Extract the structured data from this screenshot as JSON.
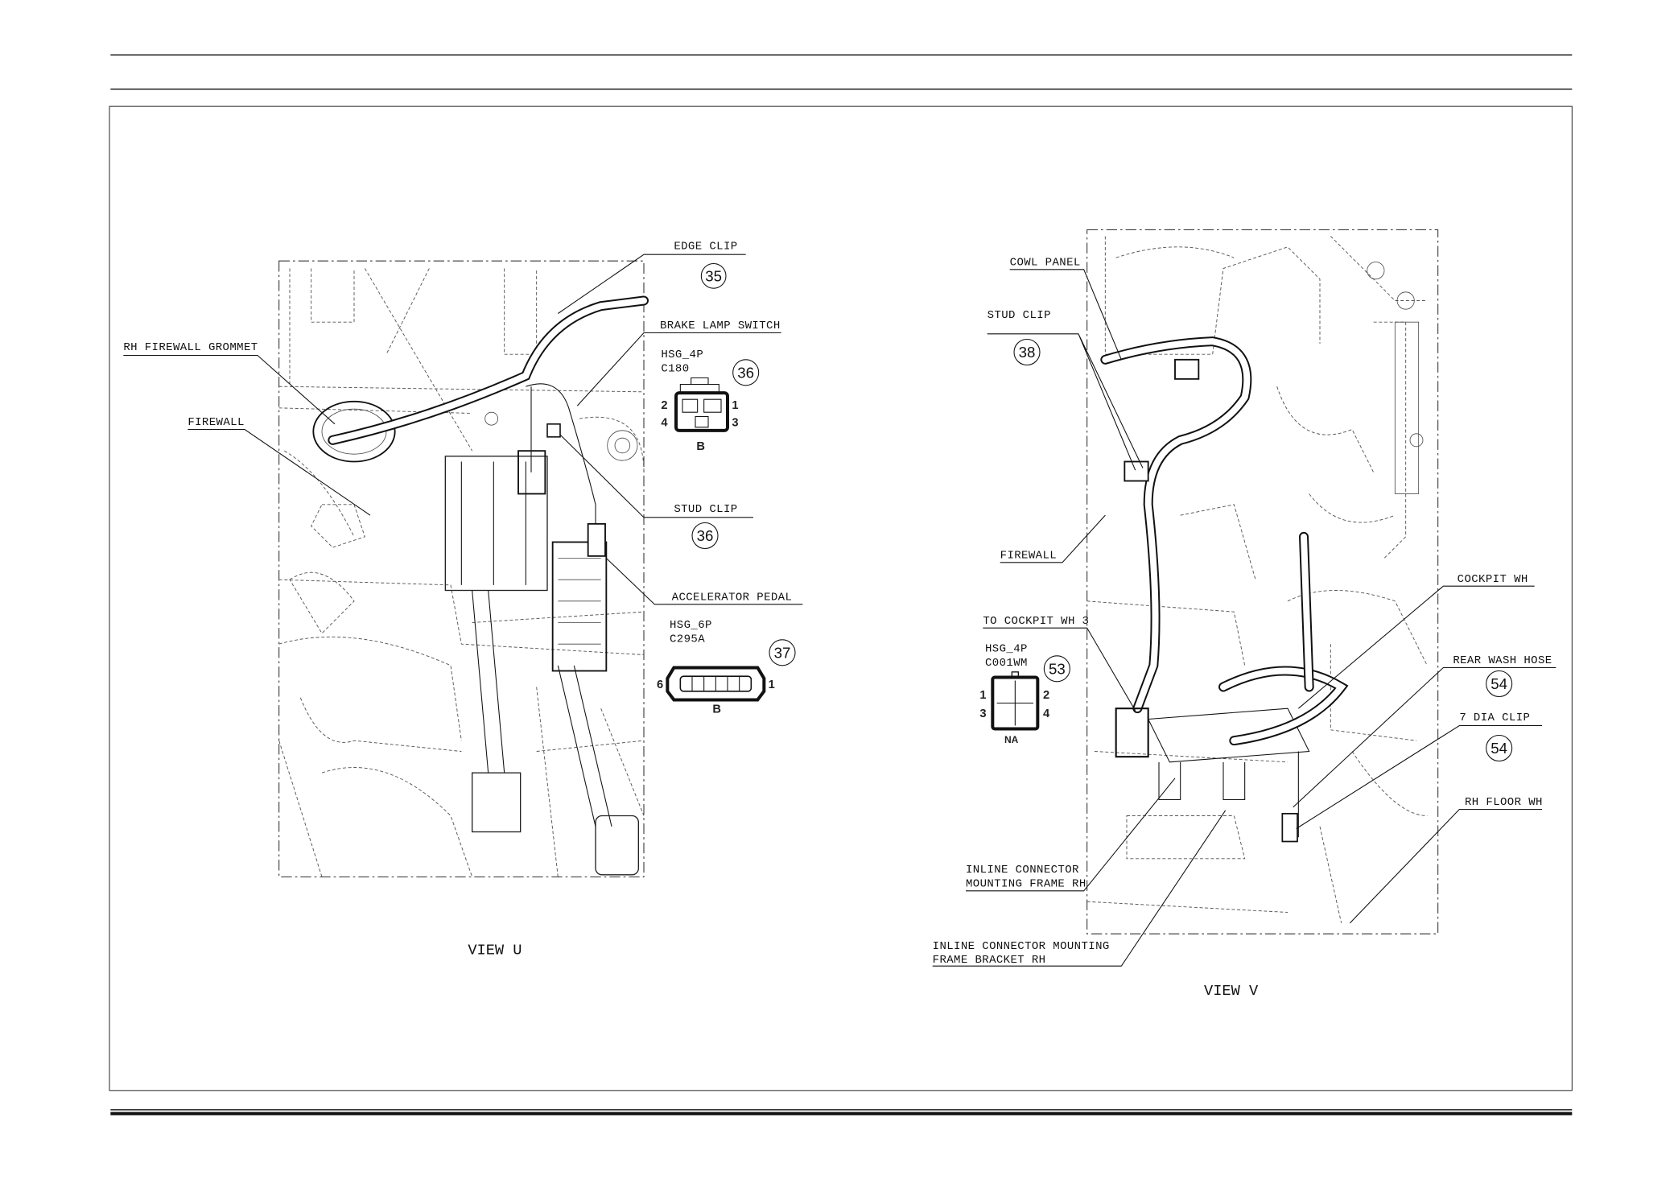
{
  "view_u": {
    "title": "VIEW U",
    "labels": {
      "edge_clip": "EDGE CLIP",
      "brake_lamp_switch": "BRAKE LAMP SWITCH",
      "stud_clip": "STUD CLIP",
      "accelerator_pedal": "ACCELERATOR PEDAL",
      "rh_firewall_grommet": "RH FIREWALL GROMMET",
      "firewall": "FIREWALL"
    },
    "callouts": {
      "edge_clip": "35",
      "brake_lamp_switch": "36",
      "stud_clip": "36",
      "accelerator_pedal": "37"
    },
    "connector_c180": {
      "housing": "HSG_4P",
      "code": "C180",
      "pins": [
        "1",
        "2",
        "3",
        "4"
      ],
      "mark": "B"
    },
    "connector_c295a": {
      "housing": "HSG_6P",
      "code": "C295A",
      "pin_left": "6",
      "pin_right": "1",
      "mark": "B"
    }
  },
  "view_v": {
    "title": "VIEW V",
    "labels": {
      "cowl_panel": "COWL PANEL",
      "stud_clip": "STUD CLIP",
      "firewall": "FIREWALL",
      "to_cockpit_wh": "TO COCKPIT WH 3",
      "cockpit_wh": "COCKPIT WH",
      "rear_wash_hose": "REAR WASH HOSE",
      "dia_clip": "7 DIA CLIP",
      "rh_floor_wh": "RH FLOOR WH",
      "inline_frame_rh_1": "INLINE CONNECTOR",
      "inline_frame_rh_2": "MOUNTING FRAME RH",
      "inline_bracket_1": "INLINE CONNECTOR MOUNTING",
      "inline_bracket_2": "FRAME BRACKET RH"
    },
    "callouts": {
      "stud_clip": "38",
      "connector": "53",
      "rear_wash_hose": "54",
      "dia_clip": "54"
    },
    "connector_c001wm": {
      "housing": "HSG_4P",
      "code": "C001WM",
      "pins": [
        "1",
        "2",
        "3",
        "4"
      ],
      "mark": "NA"
    }
  }
}
